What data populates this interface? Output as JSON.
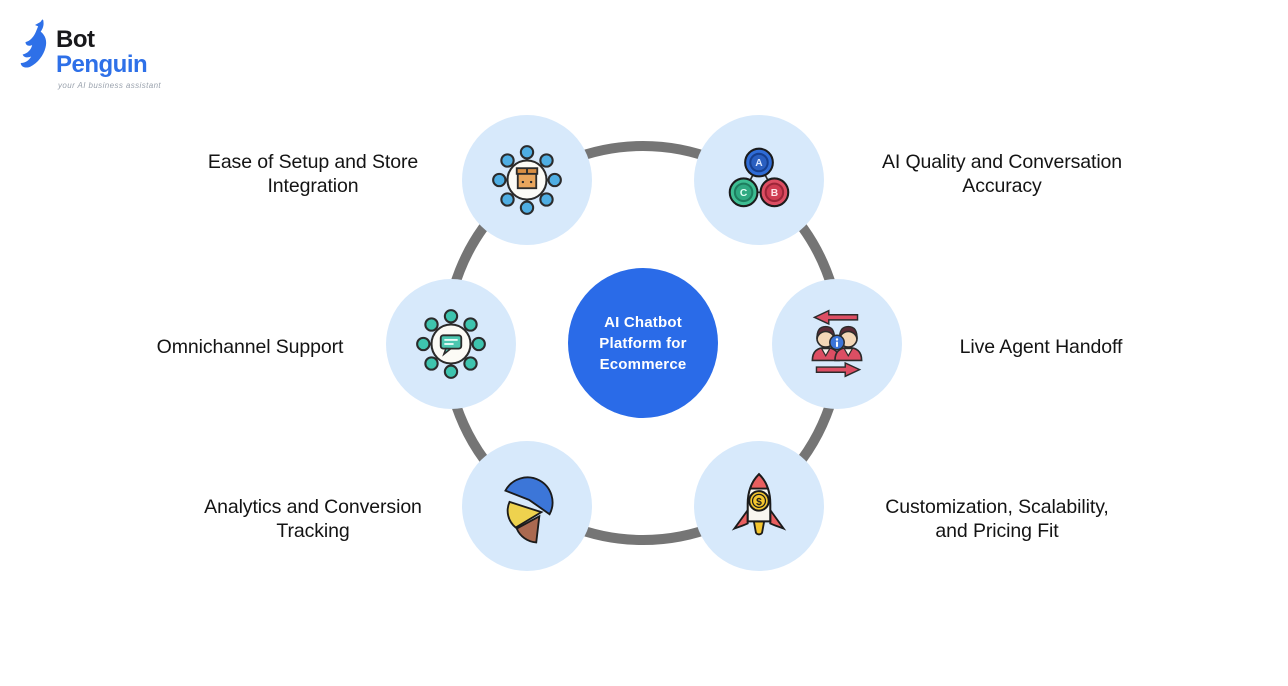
{
  "logo": {
    "brand_line1": "Bot",
    "brand_line2": "Penguin",
    "tagline": "your AI business assistant",
    "brand_blue": "#2e70e8",
    "brand_black": "#18181b"
  },
  "center": {
    "label": "AI Chatbot\nPlatform for\nEcommerce",
    "bg_color": "#2a6be8",
    "text_color": "#ffffff"
  },
  "ring_color": "#757575",
  "bubble_color": "#d7e9fb",
  "label_color": "#141414",
  "nodes": [
    {
      "id": "ease-of-setup",
      "position": "top-left",
      "label": "Ease of Setup and Store\nIntegration",
      "icon": "package-integration-icon"
    },
    {
      "id": "ai-quality",
      "position": "top-right",
      "label": "AI Quality and Conversation\nAccuracy",
      "icon": "abc-accuracy-icon"
    },
    {
      "id": "omnichannel",
      "position": "middle-left",
      "label": "Omnichannel Support",
      "icon": "omnichannel-network-icon"
    },
    {
      "id": "live-agent",
      "position": "middle-right",
      "label": "Live Agent Handoff",
      "icon": "agent-handoff-icon"
    },
    {
      "id": "analytics",
      "position": "bottom-left",
      "label": "Analytics and Conversion\nTracking",
      "icon": "pie-chart-icon"
    },
    {
      "id": "customization",
      "position": "bottom-right",
      "label": "Customization, Scalability,\nand Pricing Fit",
      "icon": "rocket-pricing-icon"
    }
  ]
}
